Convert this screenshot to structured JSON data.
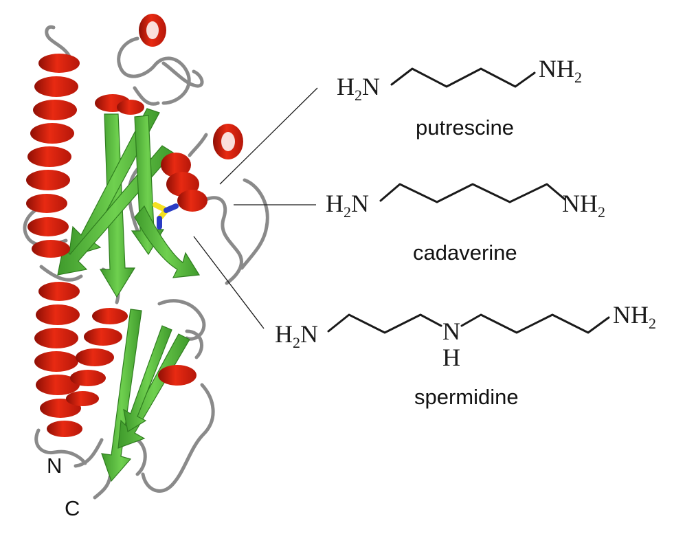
{
  "colors": {
    "helix": "#e01e0b",
    "helix_shade": "#8f0f05",
    "strand": "#63c447",
    "strand_shade": "#2f7d1f",
    "coil": "#8a8a8a",
    "ligand_sulfur": "#f4e021",
    "ligand_nitrogen": "#2a3cc4",
    "ink": "#1a1a1a"
  },
  "protein": {
    "n_terminus_label": "N",
    "c_terminus_label": "C"
  },
  "molecules": [
    {
      "id": "putrescine",
      "name": "putrescine",
      "left_group": {
        "main": "H",
        "sub": "2",
        "tail": "N"
      },
      "right_group": {
        "main": "NH",
        "sub": "2"
      }
    },
    {
      "id": "cadaverine",
      "name": "cadaverine",
      "left_group": {
        "main": "H",
        "sub": "2",
        "tail": "N"
      },
      "right_group": {
        "main": "NH",
        "sub": "2"
      }
    },
    {
      "id": "spermidine",
      "name": "spermidine",
      "left_group": {
        "main": "H",
        "sub": "2",
        "tail": "N"
      },
      "center_group": {
        "main": "N",
        "lower": "H"
      },
      "right_group": {
        "main": "NH",
        "sub": "2"
      }
    }
  ]
}
